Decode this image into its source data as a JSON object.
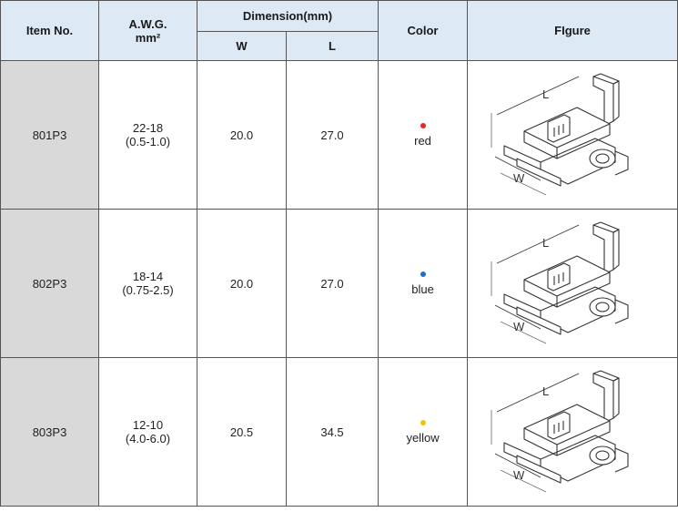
{
  "headers": {
    "item_no": "Item No.",
    "awg_line1": "A.W.G.",
    "awg_line2": "mm²",
    "dimension": "Dimension(mm)",
    "w": "W",
    "l": "L",
    "color": "Color",
    "figure": "FIgure"
  },
  "figure_labels": {
    "length": "L",
    "width": "W"
  },
  "colors": {
    "header_bg": "#dde9f5",
    "item_bg": "#d9d9d9",
    "border": "#555555"
  },
  "rows": [
    {
      "item": "801P3",
      "awg": "22-18",
      "mm": "(0.5-1.0)",
      "w": "20.0",
      "l": "27.0",
      "color_name": "red",
      "dot": "#e8262a"
    },
    {
      "item": "802P3",
      "awg": "18-14",
      "mm": "(0.75-2.5)",
      "w": "20.0",
      "l": "27.0",
      "color_name": "blue",
      "dot": "#1f6fc9"
    },
    {
      "item": "803P3",
      "awg": "12-10",
      "mm": "(4.0-6.0)",
      "w": "20.5",
      "l": "34.5",
      "color_name": "yellow",
      "dot": "#f2c200"
    }
  ]
}
